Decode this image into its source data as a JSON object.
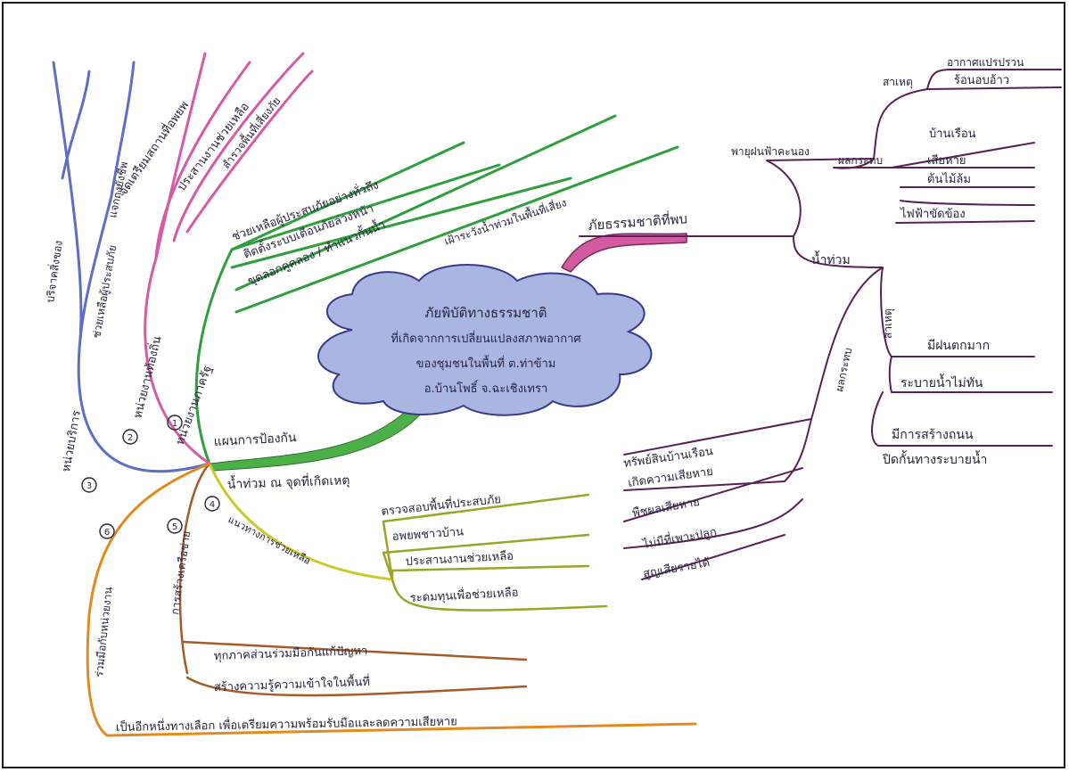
{
  "diagram": {
    "type": "mind-map",
    "central_topic": {
      "lines": [
        "ภัยพิบัติทางธรรมชาติ",
        "ที่เกิดจากการเปลี่ยนแปลงสภาพอากาศ",
        "ของชุมชนในพื้นที่ ต.ท่าข้าม",
        "อ.บ้านโพธิ์ จ.ฉะเชิงเทรา"
      ],
      "color": "#a9b6e2"
    },
    "branches": {
      "right": {
        "title": "ภัยธรรมชาติที่พบ",
        "color": "#c9589e",
        "storm": "พายุฝนฟ้าคะนอง",
        "storm_cause": "สาเหตุ",
        "storm_cause_items": [
          "อากาศแปรปรวน",
          "ร้อนอบอ้าว"
        ],
        "storm_effect": "ผลกระทบ",
        "storm_effect_items": [
          "บ้านเรือน",
          "เสียหาย",
          "ต้นไม้ล้ม",
          "ไฟฟ้าขัดข้อง"
        ],
        "flood": "น้ำท่วม",
        "flood_cause": "สาเหตุ",
        "flood_cause_items": [
          "มีฝนตกมาก",
          "ระบายน้ำไม่ทัน",
          "มีการสร้างถนน",
          "ปิดกั้นทางระบายน้ำ"
        ],
        "flood_effect": "ผลกระทบ",
        "flood_effect_items": [
          "ทรัพย์สินบ้านเรือน",
          "เกิดความเสียหาย",
          "พืชผลเสียหาย",
          "ไม่มีที่เพาะปลูก",
          "สูญเสียรายได้"
        ]
      },
      "prevention": {
        "num": "1",
        "title": "หน่วยงานภาครัฐ",
        "color": "#2f9e3d",
        "plan": "แผนการป้องกัน",
        "items": [
          "ช่วยเหลือผู้ประสบภัยอย่างทั่วถึง",
          "ติดตั้งระบบเตือนภัยล่วงหน้า",
          "ขุดลอกคูคลอง / ทำแนวกั้นน้ำ",
          "เฝ้าระวังน้ำท่วมในพื้นที่เสี่ยง"
        ]
      },
      "community": {
        "num": "2",
        "title": "หน่วยงานท้องถิ่น",
        "color": "#d65aa6",
        "items": [
          "จัดเตรียมสถานที่อพยพ",
          "ประสานงานช่วยเหลือ",
          "สำรวจพื้นที่เสี่ยงภัย"
        ]
      },
      "monk": {
        "num": "3",
        "title": "หน่วยบริการ",
        "color": "#5c6fc7",
        "items": [
          "บริจาคสิ่งของ",
          "ช่วยเหลือผู้ประสบภัย",
          "แจกถุงยังชีพ"
        ]
      },
      "response": {
        "num": "4",
        "title": "แนวทางการช่วยเหลือ",
        "color": "#c9c92a",
        "sub": "น้ำท่วม ณ จุดที่เกิดเหตุ",
        "items": [
          "ตรวจสอบพื้นที่ประสบภัย",
          "อพยพชาวบ้าน",
          "ประสานงานช่วยเหลือ",
          "ระดมทุนเพื่อช่วยเหลือ"
        ]
      },
      "network": {
        "num": "5",
        "title": "การสร้างเครือข่าย",
        "color": "#a65a2a",
        "items": [
          "ทุกภาคส่วนร่วมมือกันแก้ปัญหา",
          "สร้างความรู้ความเข้าใจในพื้นที่"
        ]
      },
      "help": {
        "num": "6",
        "title": "ร่วมมือกับหน่วยงาน",
        "color": "#e38a1c",
        "summary": "เป็นอีกหนึ่งทางเลือก เพื่อเตรียมความพร้อมรับมือและลดความเสียหาย"
      }
    }
  }
}
